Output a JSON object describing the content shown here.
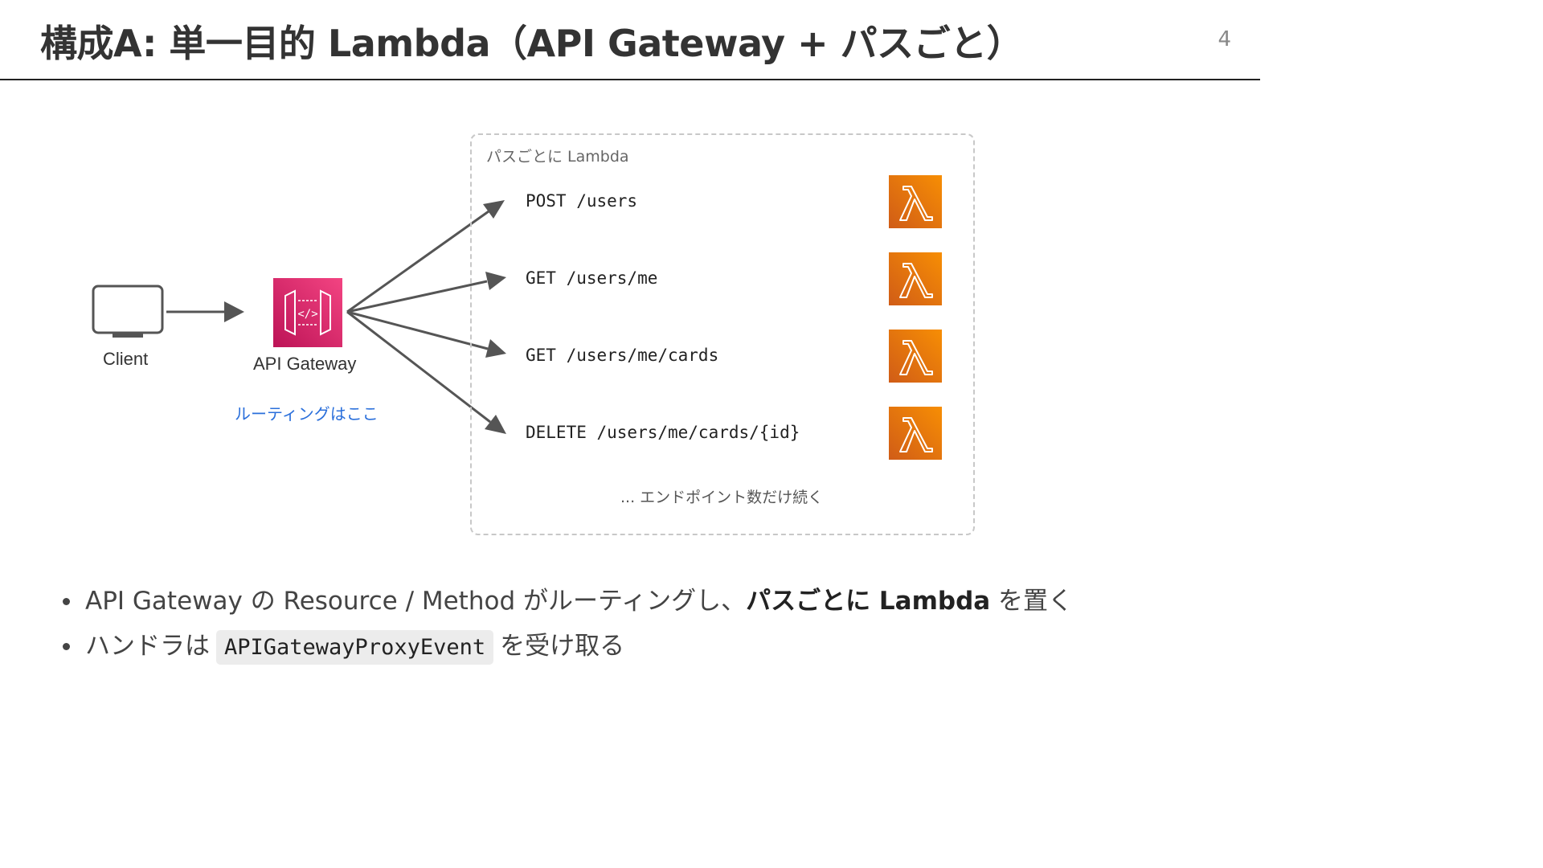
{
  "header": {
    "title": "構成A: 単一目的 Lambda（API Gateway + パスごと）",
    "page_number": "4"
  },
  "diagram": {
    "client_label": "Client",
    "gateway_label": "API Gateway",
    "routing_note": "ルーティングはここ",
    "group_label": "パスごとに Lambda",
    "endpoints": [
      {
        "route": "POST /users",
        "icon": "lambda-icon"
      },
      {
        "route": "GET /users/me",
        "icon": "lambda-icon"
      },
      {
        "route": "GET /users/me/cards",
        "icon": "lambda-icon"
      },
      {
        "route": "DELETE /users/me/cards/{id}",
        "icon": "lambda-icon"
      }
    ],
    "footnote": "... エンドポイント数だけ続く",
    "colors": {
      "gateway": "#e7157b",
      "lambda": "#f78e04",
      "arrow": "#555555",
      "note": "#2a6fdb"
    }
  },
  "bullets": {
    "b1_pre": "API Gateway の Resource / Method がルーティングし、",
    "b1_bold": "パスごとに Lambda",
    "b1_post": " を置く",
    "b2_pre": "ハンドラは",
    "b2_code": "APIGatewayProxyEvent",
    "b2_post": "を受け取る"
  }
}
